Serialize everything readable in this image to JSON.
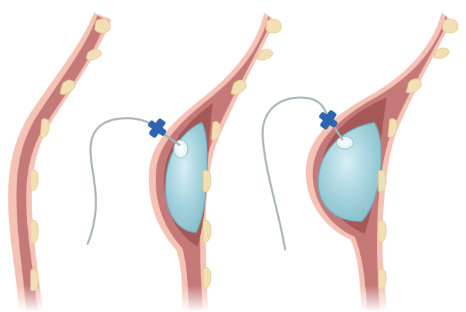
{
  "diagram": {
    "panels": [
      {
        "id": "panel-1",
        "content": "chest-wall",
        "expander": false,
        "fill_level": 0
      },
      {
        "id": "panel-2",
        "content": "chest-wall-with-tissue-expander",
        "expander": true,
        "fill_level": 0.6
      },
      {
        "id": "panel-3",
        "content": "chest-wall-with-tissue-expander",
        "expander": true,
        "fill_level": 1.0
      }
    ],
    "colors": {
      "background": "#ffffff",
      "skin": "#f4c3b5",
      "skin_edge": "#f7d4c9",
      "muscle": "#c57a79",
      "muscle_dark": "#a65856",
      "rib": "#f3dfb5",
      "rib_edge": "#e6c78d",
      "expander": "#9dd0dc",
      "expander_highlight": "#c9e8ef",
      "expander_edge": "#6fa9b8",
      "port_valve": "#2f64b0",
      "tube": "#a9b4ba"
    },
    "icons": [
      "needle-connector-icon",
      "injection-port-icon",
      "fill-tube-icon"
    ]
  }
}
